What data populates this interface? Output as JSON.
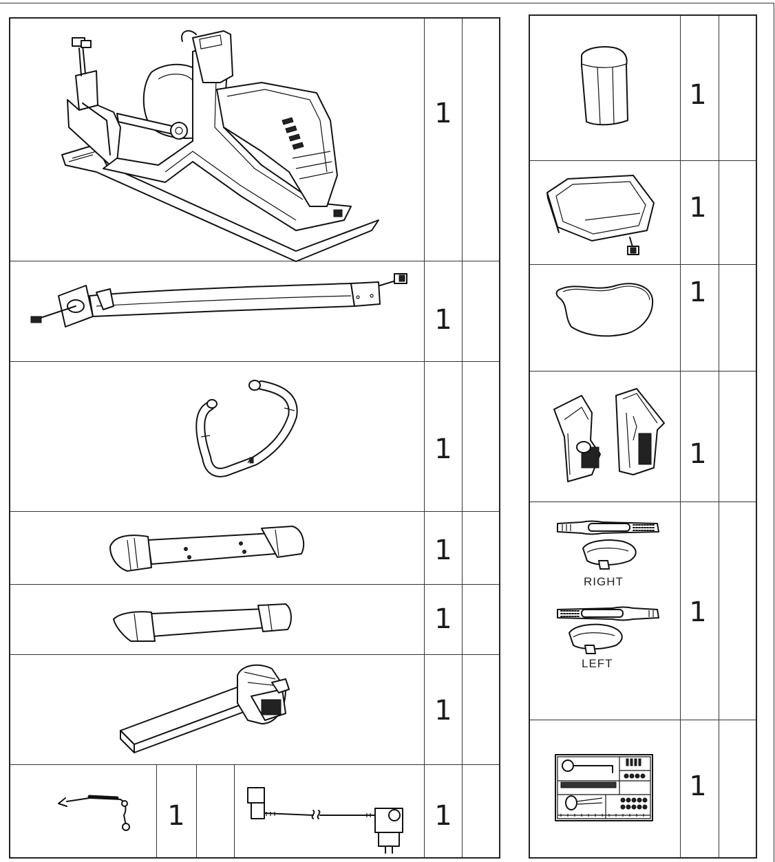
{
  "left_table": {
    "rows": [
      {
        "item": "main-frame",
        "qty": "1"
      },
      {
        "item": "front-stabilizer-tube",
        "qty": "1"
      },
      {
        "item": "handlebar",
        "qty": "1"
      },
      {
        "item": "front-foot-stabilizer",
        "qty": "1"
      },
      {
        "item": "rear-foot-stabilizer",
        "qty": "1"
      },
      {
        "item": "seat-slide-tube",
        "qty": "1"
      },
      {
        "item": "tension-cable",
        "qty": "1"
      },
      {
        "item": "power-adapter",
        "qty": "1"
      }
    ]
  },
  "right_table": {
    "rows": [
      {
        "item": "console-mast-cover",
        "qty": "1"
      },
      {
        "item": "console",
        "qty": "1"
      },
      {
        "item": "seat-cushion",
        "qty": "1"
      },
      {
        "item": "side-covers",
        "qty": "1"
      },
      {
        "item": "pedals",
        "qty": "1",
        "labels": {
          "right": "RIGHT",
          "left": "LEFT"
        }
      },
      {
        "item": "hardware-card",
        "qty": "1"
      }
    ]
  }
}
